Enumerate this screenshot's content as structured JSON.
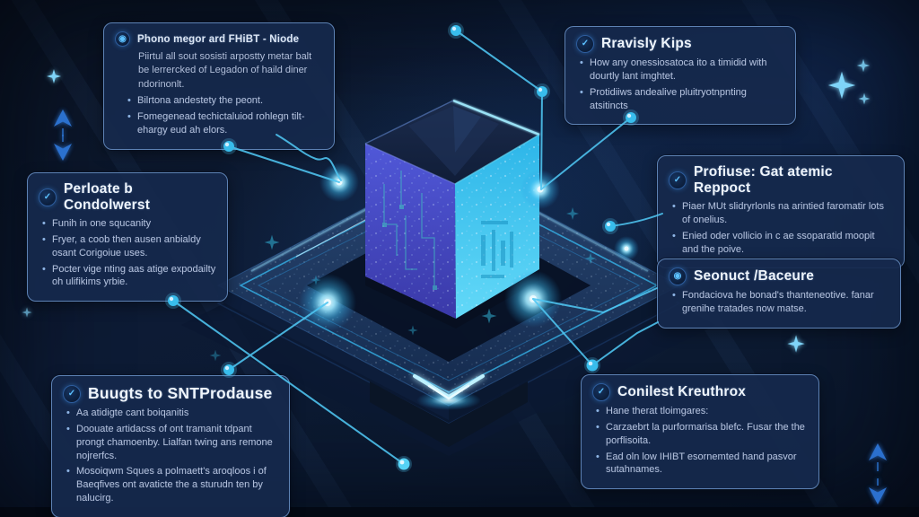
{
  "palette": {
    "accent": "#49c3f0",
    "box_border": "#5d82b4",
    "box_fill": "#16294a",
    "title_color": "#eef4fb",
    "body_color": "#b6c3dc",
    "cube_left_face": "#4a50cc",
    "cube_right_face": "#3cc5ef",
    "glow": "#aef0ff"
  },
  "callouts": [
    {
      "id": "top-left",
      "icon": "badge-dot-icon",
      "icon_glyph": "◉",
      "title": "Phono megor ard FHiBT - Niode",
      "paragraph": "Piirtul all sout sosisti arpostty metar balt be lerrercked of Legadon of haild diner ndorinonlt.",
      "bullets": [
        "Bilrtona andestety the peont.",
        "Fomegenead techictaluiod rohlegn tilt-ehargy eud ah elors."
      ]
    },
    {
      "id": "left-middle",
      "icon": "badge-check-icon",
      "icon_glyph": "✓",
      "title": "Perloate b Condolwerst",
      "bullets": [
        "Funih in one squcanity",
        "Fryer, a coob then ausen anbialdy osant Corigoiue uses.",
        "Pocter vige nting aas atige expodailty oh ulifikims yrbie."
      ]
    },
    {
      "id": "bottom-left",
      "icon": "badge-check-icon",
      "icon_glyph": "✓",
      "title": "Buugts to SNTProdause",
      "bullets": [
        "Aa atidigte cant boiqanitis",
        "Doouate artidacss of ont tramanit tdpant prongt chamoenby. Lialfan twing ans remone nojrerfcs.",
        "Mosoiqwm Sques a polmaett's aroqloos i of Baeqfives ont avaticte the a sturudn ten by nalucirg."
      ]
    },
    {
      "id": "top-right",
      "icon": "badge-check-icon",
      "icon_glyph": "✓",
      "title": "Rravisly Kips",
      "bullets": [
        "How any onessiosatoca ito a timidid with dourtly lant imghtet.",
        "Protidiiws andealive pluitryotnpnting atsitincts"
      ]
    },
    {
      "id": "right-upper",
      "icon": "badge-check-icon",
      "icon_glyph": "✓",
      "title": "Profiuse: Gat atemic Reppoct",
      "bullets": [
        "Piaer MUt slidryrlonls na arintied faromatir lots of onelius.",
        "Enied oder vollicio in c ae ssoparatid moopit and the poive."
      ]
    },
    {
      "id": "right-lower",
      "icon": "badge-dot-icon",
      "icon_glyph": "◉",
      "title": "Seonuct /Baceure",
      "bullets": [
        "Fondaciova he bonad's thanteneotive. fanar grenihe tratades now matse."
      ]
    },
    {
      "id": "bottom-right",
      "icon": "badge-check-icon",
      "icon_glyph": "✓",
      "title": "Conilest Kreuthrox",
      "bullets": [
        "Hane therat tloimgares:",
        "Carzaebrt la purformarisa blefc. Fusar the the porflisoita.",
        "Ead oln low IHIBT esornemted hand pasvor sutahnames."
      ]
    }
  ]
}
